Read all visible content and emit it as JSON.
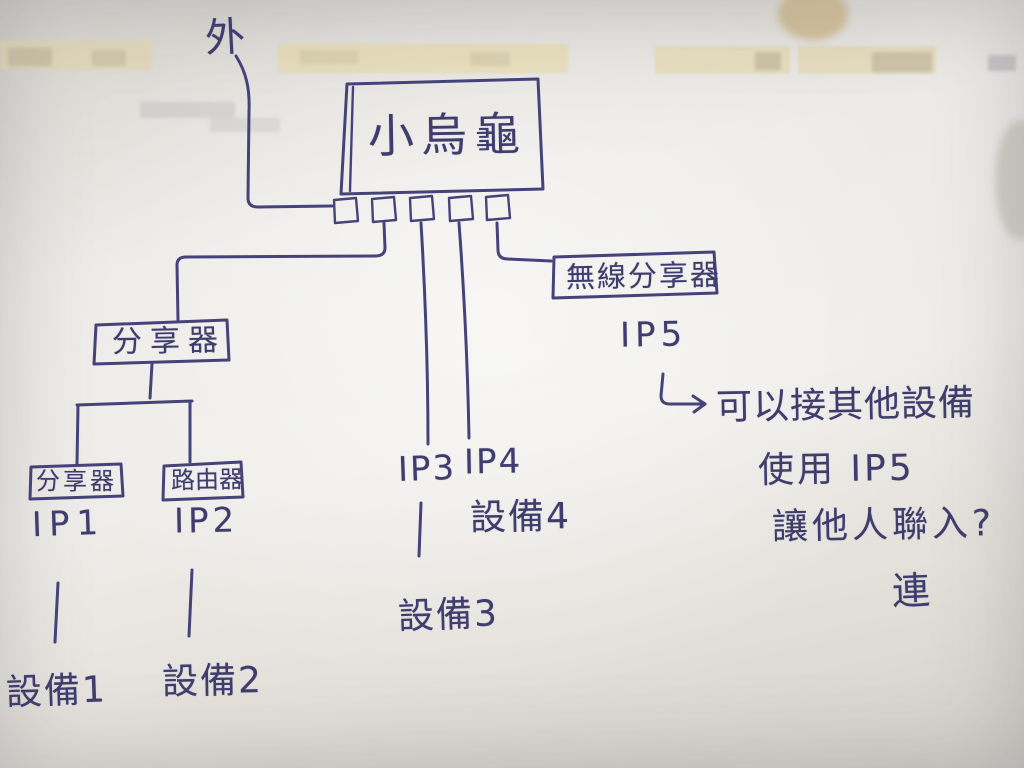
{
  "diagram": {
    "outside": "外",
    "modem": "小烏龜",
    "splitter": "分享器",
    "sub_splitter": "分享器",
    "sub_router": "路由器",
    "wireless_splitter": "無線分享器",
    "ip1": "IP1",
    "ip2": "IP2",
    "ip3": "IP3",
    "ip4": "IP4",
    "ip5": "IP5",
    "device1": "設備1",
    "device2": "設備2",
    "device3": "設備3",
    "device4": "設備4",
    "note_line1": "可以接其他設備",
    "note_line2": "使用 IP5",
    "note_line3": "讓他人聯入?",
    "note_line4": "連",
    "ink_color": "#45437a"
  }
}
